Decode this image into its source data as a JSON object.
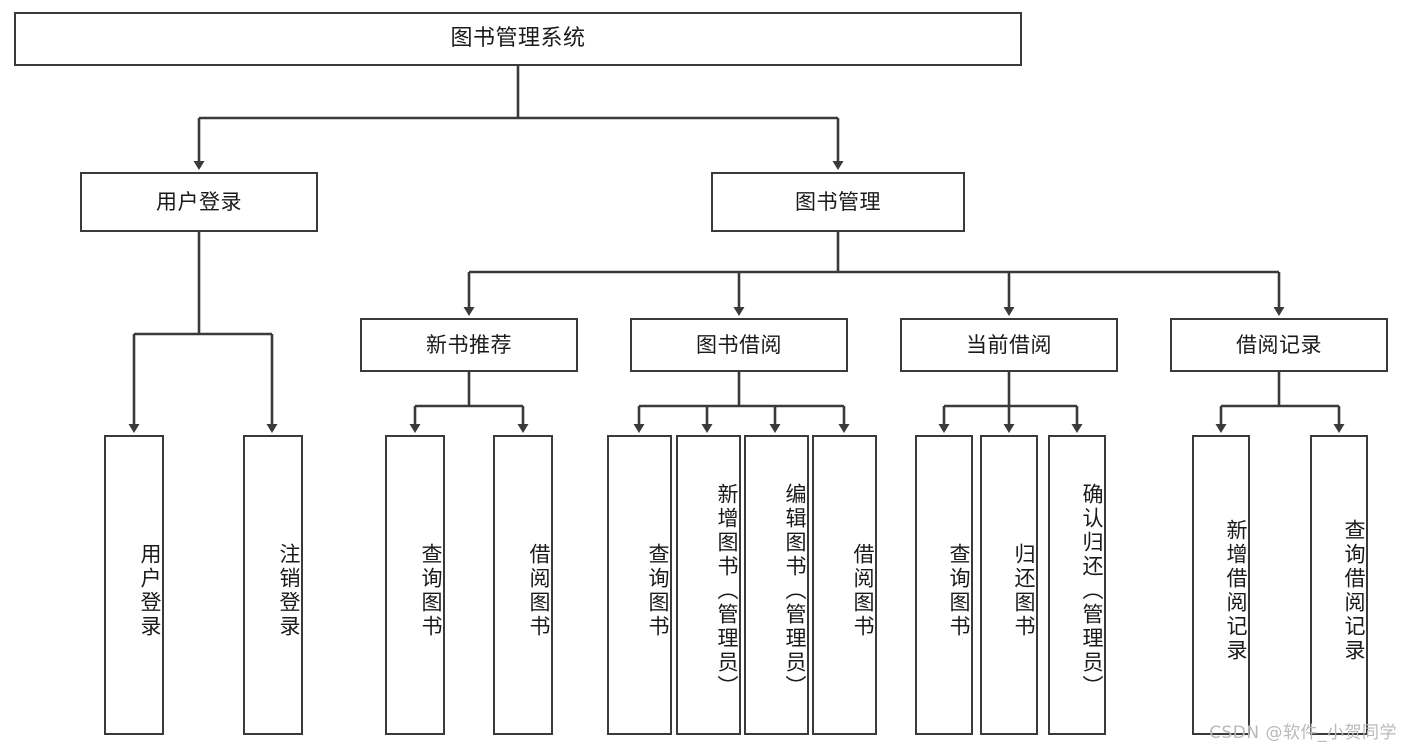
{
  "diagram": {
    "title": "图书管理系统",
    "type": "tree-hierarchy-chart",
    "stroke_color": "#3a3a3a",
    "fill_color": "#ffffff",
    "text_color": "#1a1a1a",
    "watermark": "CSDN @软件_小贺同学"
  },
  "nodes": {
    "root": {
      "label": "图书管理系统"
    },
    "level1": [
      {
        "id": "user-login",
        "label": "用户登录"
      },
      {
        "id": "book-management",
        "label": "图书管理"
      }
    ],
    "level2": [
      {
        "id": "new-book-recommend",
        "label": "新书推荐"
      },
      {
        "id": "book-borrow",
        "label": "图书借阅"
      },
      {
        "id": "current-borrow",
        "label": "当前借阅"
      },
      {
        "id": "borrow-record",
        "label": "借阅记录"
      }
    ],
    "leaves": {
      "user-login": [
        {
          "id": "leaf-user-login",
          "label": "用户登录"
        },
        {
          "id": "leaf-user-logout",
          "label": "注销登录"
        }
      ],
      "new-book-recommend": [
        {
          "id": "leaf-query-book-1",
          "label": "查询图书"
        },
        {
          "id": "leaf-borrow-book-1",
          "label": "借阅图书"
        }
      ],
      "book-borrow": [
        {
          "id": "leaf-query-book-2",
          "label": "查询图书"
        },
        {
          "id": "leaf-add-book",
          "label": "新增图书（管理员）"
        },
        {
          "id": "leaf-edit-book",
          "label": "编辑图书（管理员）"
        },
        {
          "id": "leaf-borrow-book-2",
          "label": "借阅图书"
        }
      ],
      "current-borrow": [
        {
          "id": "leaf-query-book-3",
          "label": "查询图书"
        },
        {
          "id": "leaf-return-book",
          "label": "归还图书"
        },
        {
          "id": "leaf-confirm-return",
          "label": "确认归还（管理员）"
        }
      ],
      "borrow-record": [
        {
          "id": "leaf-add-record",
          "label": "新增借阅记录"
        },
        {
          "id": "leaf-query-record",
          "label": "查询借阅记录"
        }
      ]
    }
  }
}
